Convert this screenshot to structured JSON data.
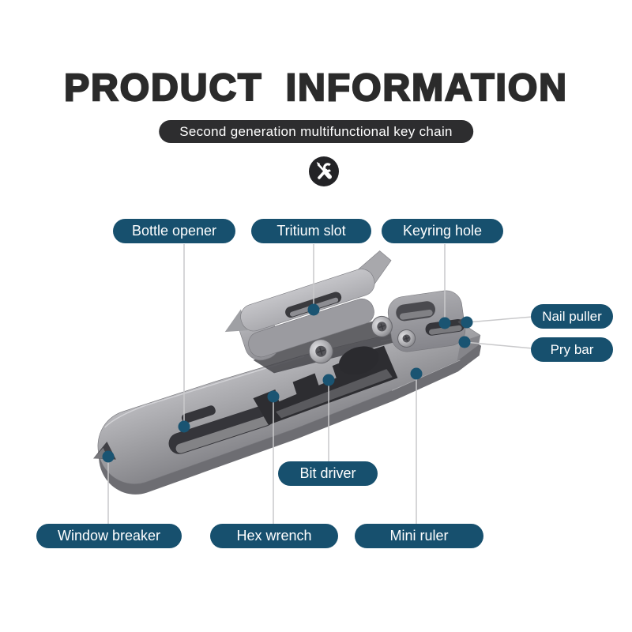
{
  "header": {
    "title": "PRODUCT INFORMATION",
    "subtitle": "Second generation multifunctional key chain"
  },
  "icons": {
    "divider": "wrench-and-screwdriver-icon"
  },
  "labels": [
    {
      "id": "bottle-opener",
      "text": "Bottle opener"
    },
    {
      "id": "tritium-slot",
      "text": "Tritium slot"
    },
    {
      "id": "keyring-hole",
      "text": "Keyring hole"
    },
    {
      "id": "nail-puller",
      "text": "Nail puller"
    },
    {
      "id": "pry-bar",
      "text": "Pry bar"
    },
    {
      "id": "bit-driver",
      "text": "Bit driver"
    },
    {
      "id": "window-breaker",
      "text": "Window breaker"
    },
    {
      "id": "hex-wrench",
      "text": "Hex wrench"
    },
    {
      "id": "mini-ruler",
      "text": "Mini ruler"
    }
  ],
  "colors": {
    "accent_teal": "#17506e",
    "callout_dot": "#1a5472",
    "banner_bg": "#2d2d2f",
    "title_text": "#2b2b2b",
    "leader_line": "#c9c9cb",
    "metal_light": "#b7b7bb",
    "metal_dark": "#6d6d72"
  }
}
